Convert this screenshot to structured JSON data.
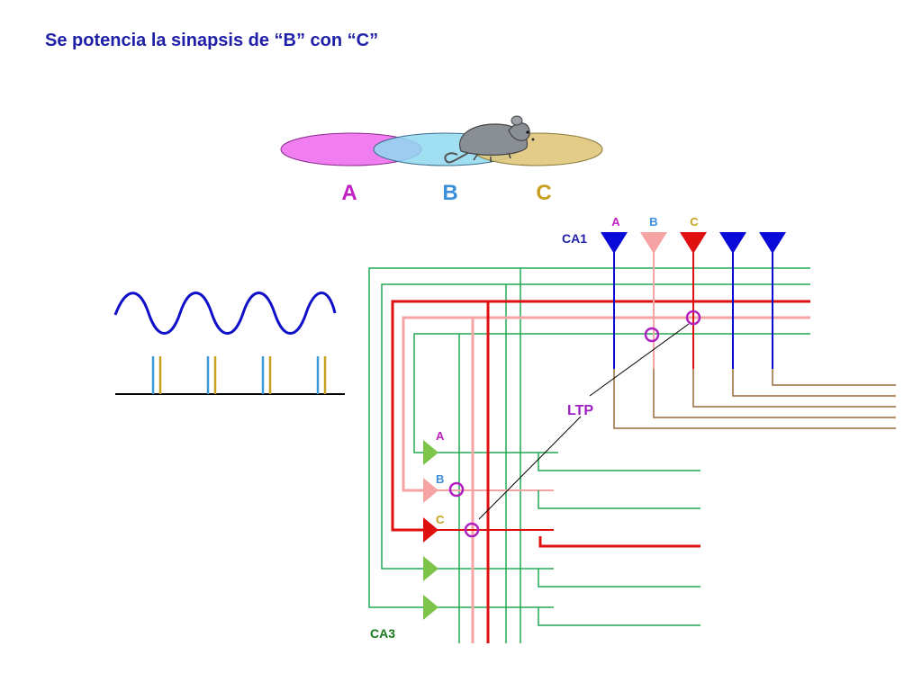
{
  "title": "Se potencia la sinapsis de “B” con “C”",
  "place_fields": {
    "a": "A",
    "b": "B",
    "c": "C"
  },
  "ca1": {
    "region": "CA1",
    "a": "A",
    "b": "B",
    "c": "C"
  },
  "ca3": {
    "region": "CA3",
    "a": "A",
    "b": "B",
    "c": "C"
  },
  "ltp_label": "LTP",
  "icons": [
    "rat-icon",
    "sine-wave",
    "spike-train",
    "pyramidal-neuron-icon",
    "synapse-marker-icon"
  ],
  "colors": {
    "title": "#1f1fa8",
    "field_a": "#f07ef0",
    "field_b": "#8fd8f0",
    "field_c": "#e0c77a",
    "label_a": "#c020c0",
    "label_b": "#3a8fd8",
    "label_c": "#c8a020",
    "neuron_blue": "#0a0ad8",
    "neuron_pink": "#f5a3a3",
    "neuron_red": "#e01010",
    "ca3_green": "#22aa55",
    "ca3_triangle": "#7dc44a",
    "axon_brown": "#9a6a3a",
    "synapse": "#b020c0",
    "ltp": "#9a20c0"
  }
}
